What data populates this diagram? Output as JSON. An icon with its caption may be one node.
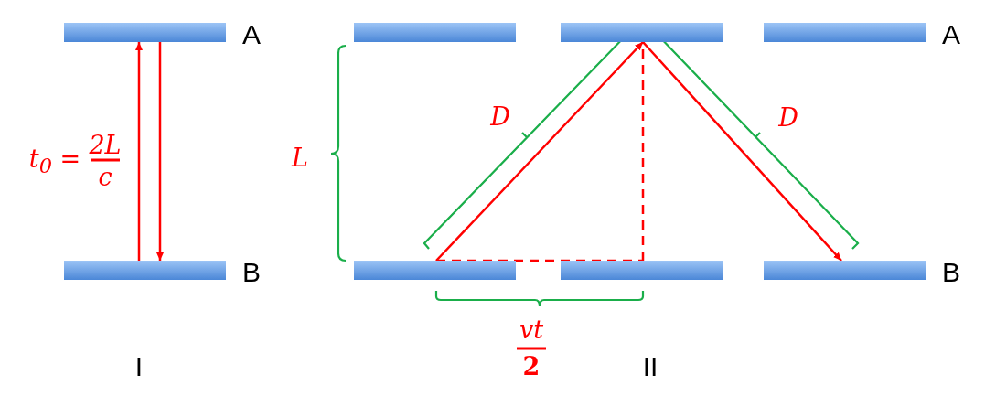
{
  "diagram": {
    "nodes": [
      {
        "text": [],
        "shape": "bar",
        "beside": [
          "A"
        ]
      },
      {
        "text": [],
        "shape": "bar"
      },
      {
        "text": [],
        "shape": "bar"
      },
      {
        "text": [],
        "shape": "bar",
        "beside": [
          "A"
        ]
      },
      {
        "text": [],
        "shape": "bar",
        "beside": [
          "B"
        ]
      },
      {
        "text": [],
        "shape": "bar"
      },
      {
        "text": [],
        "shape": "bar"
      },
      {
        "text": [],
        "shape": "bar",
        "beside": [
          "B"
        ]
      }
    ],
    "edges": [
      {
        "from": 4,
        "to": 0,
        "arrow": "to"
      },
      {
        "from": 0,
        "to": 4,
        "arrow": "to"
      },
      {
        "from": 5,
        "to": 2,
        "arrow": "to"
      },
      {
        "from": 2,
        "to": 7,
        "arrow": "to"
      },
      {
        "from": 5,
        "to": 6,
        "arrow": "none",
        "style": "dashed"
      },
      {
        "from": 6,
        "to": 2,
        "arrow": "none",
        "style": "dashed"
      }
    ],
    "labels": [
      "D",
      "D",
      "2L",
      "t$_{0}$ =",
      "L",
      "c",
      "vt",
      "I",
      "2",
      "II"
    ]
  }
}
